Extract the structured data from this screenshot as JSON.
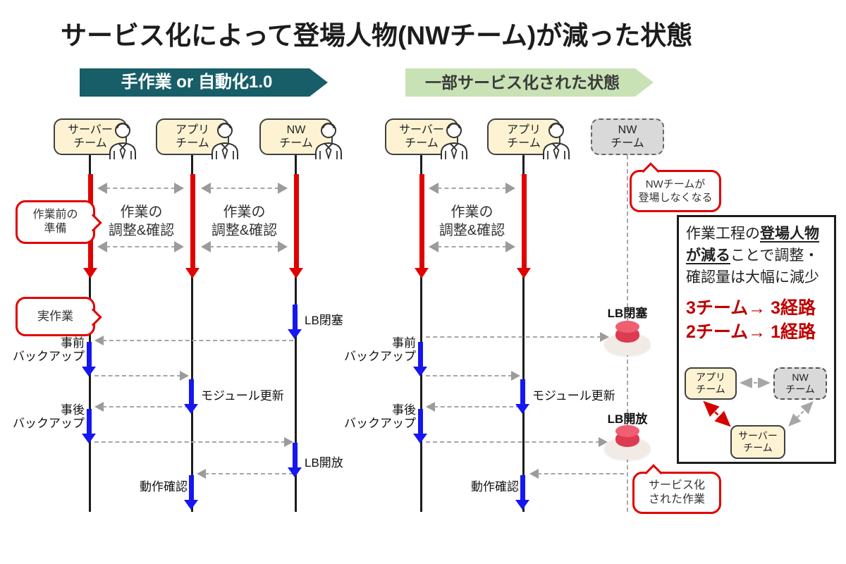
{
  "title": "サービス化によって登場人物(NWチーム)が減った状態",
  "banners": {
    "left": "手作業 or 自動化1.0",
    "right": "一部サービス化された状態"
  },
  "teams": {
    "server": [
      "サーバー",
      "チーム"
    ],
    "app": [
      "アプリ",
      "チーム"
    ],
    "nw": [
      "NW",
      "チーム"
    ]
  },
  "labels": {
    "coordination": [
      "作業の",
      "調整&確認"
    ]
  },
  "steps": {
    "lb_close": "LB閉塞",
    "pre_backup": [
      "事前",
      "バックアップ"
    ],
    "module_update": "モジュール更新",
    "post_backup": [
      "事後",
      "バックアップ"
    ],
    "lb_open": "LB開放",
    "operation_check": "動作確認"
  },
  "callouts": {
    "prep": [
      "作業前の",
      "準備"
    ],
    "actual_work": "実作業",
    "nw_gone": [
      "NWチームが",
      "登場しなくなる"
    ],
    "serviced": [
      "サービス化",
      "された作業"
    ]
  },
  "info_box": {
    "text_prefix": "作業工程の",
    "text_bold_underline": "登場人物が減る",
    "text_tail": "ことで調整・確認量は大幅に減少",
    "routes": [
      "3チーム→ 3経路",
      "2チーム→ 1経路"
    ]
  },
  "colors": {
    "banner_teal": "#175e68",
    "banner_green": "#c8e2b5",
    "team_box_cream": "#fdf3d3",
    "team_box_gray": "#d9d9d9",
    "callout_red": "#e10000",
    "activation_red": "#e00000",
    "step_blue": "#1616f0",
    "arrow_gray": "#9b9b9b",
    "route_red": "#c00000"
  }
}
